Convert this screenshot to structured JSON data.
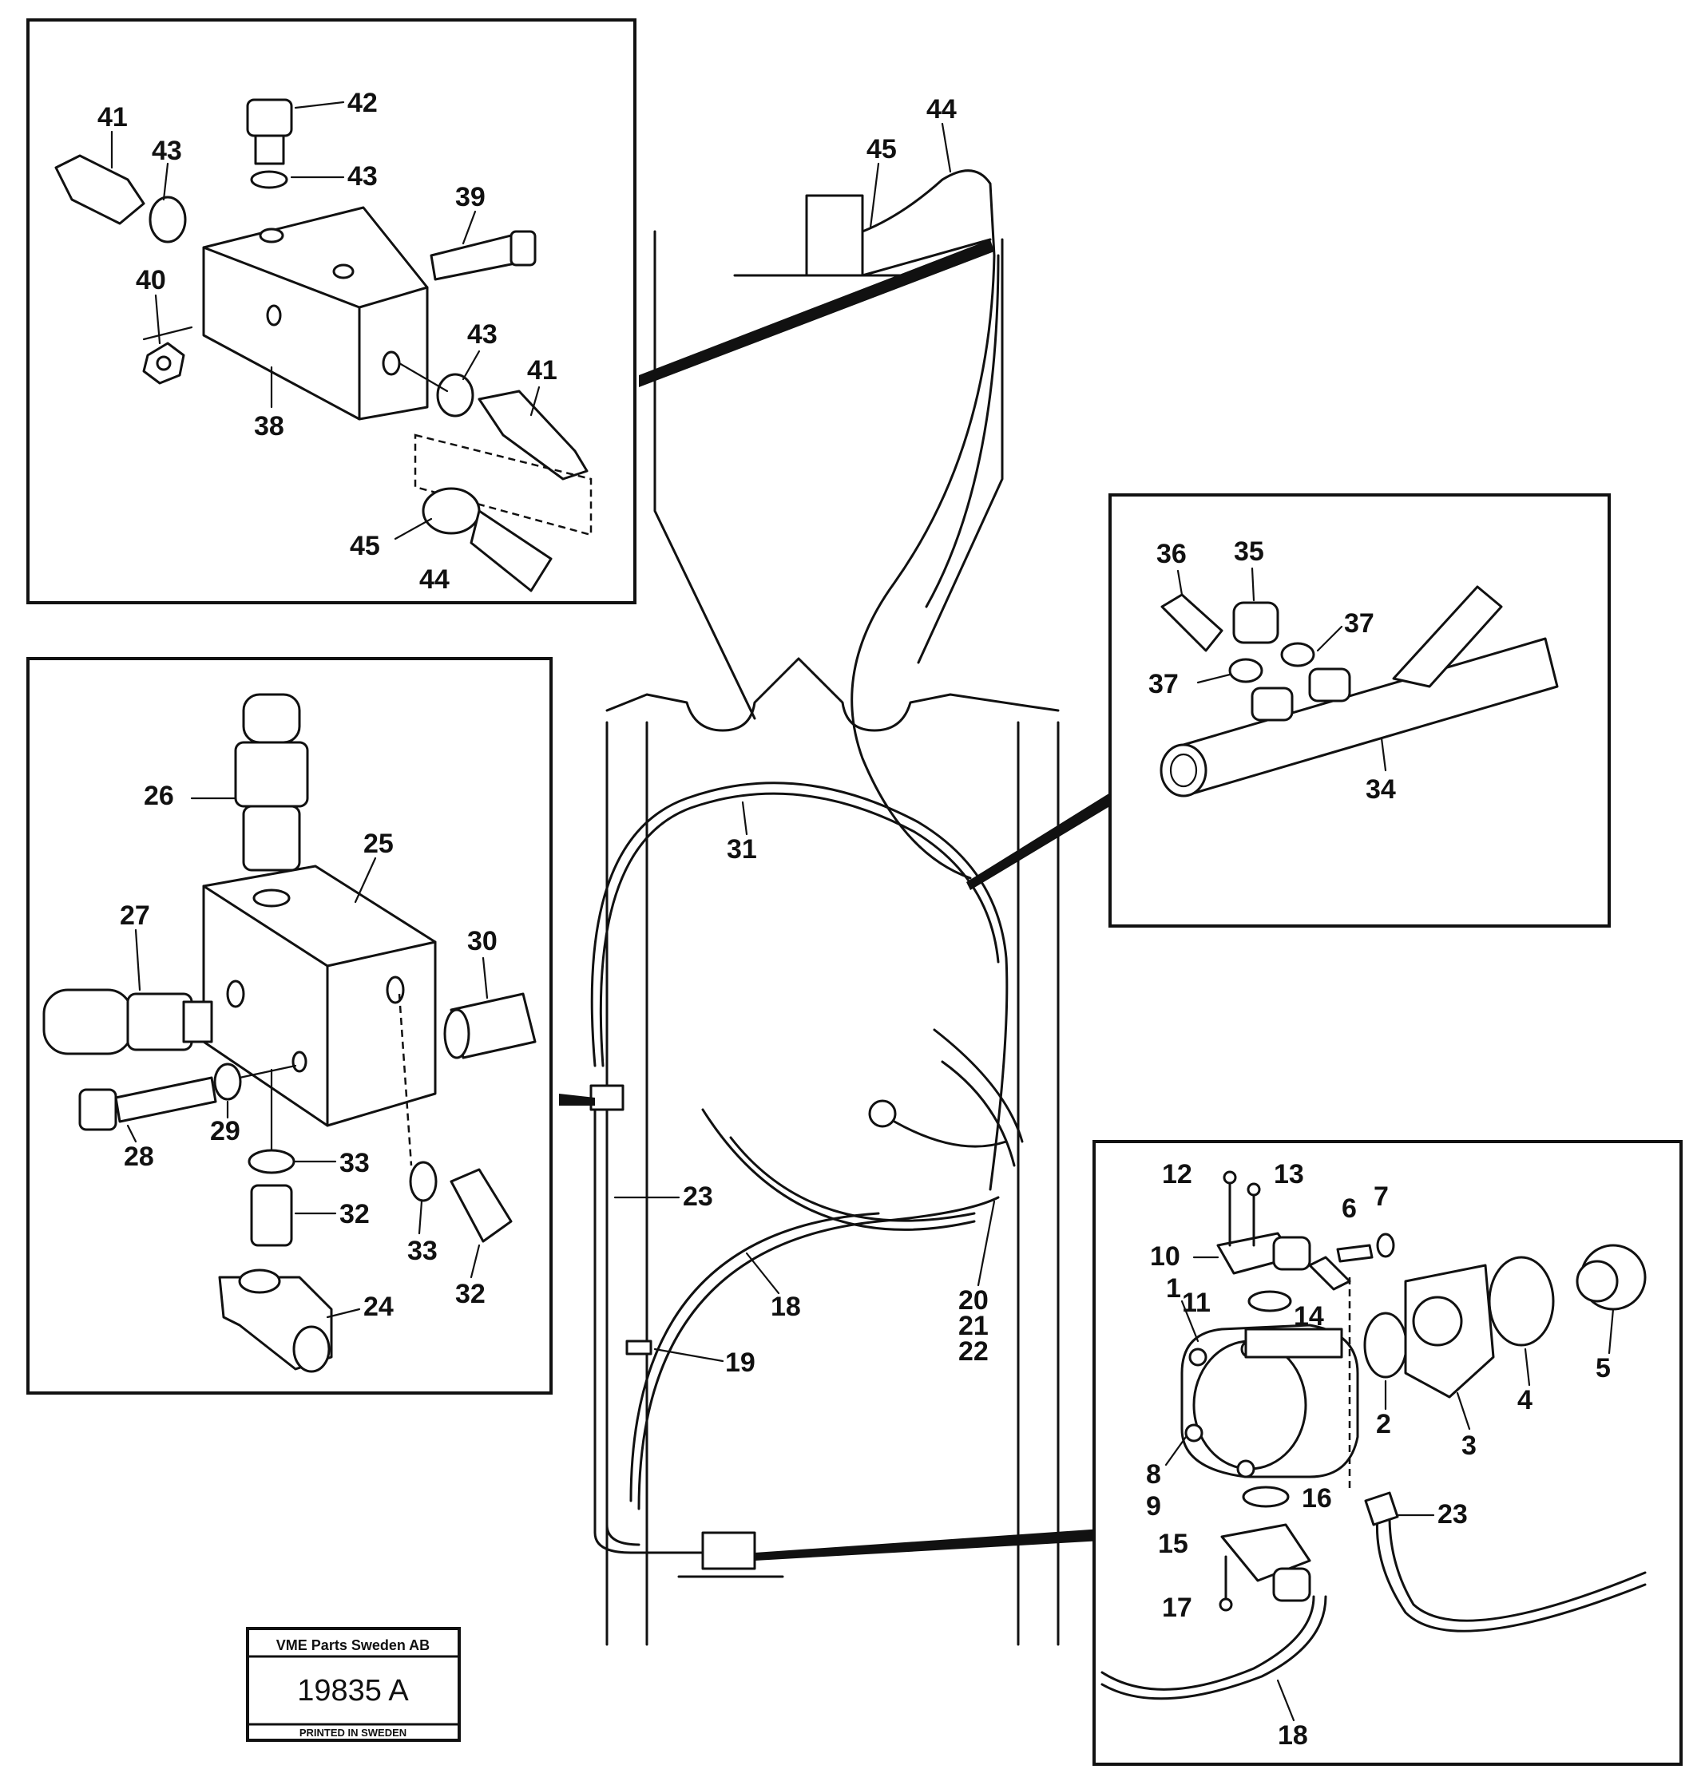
{
  "stamp": {
    "company": "VME Parts Sweden AB",
    "drawing_number": "19835 A",
    "printed": "PRINTED IN SWEDEN"
  },
  "callouts": {
    "inset_top_left": [
      "41",
      "42",
      "43",
      "43",
      "39",
      "40",
      "43",
      "41",
      "38",
      "45",
      "44"
    ],
    "inset_mid_left": [
      "26",
      "25",
      "27",
      "30",
      "28",
      "29",
      "33",
      "32",
      "33",
      "32",
      "24"
    ],
    "inset_right_upper": [
      "36",
      "35",
      "37",
      "37",
      "34"
    ],
    "inset_right_lower": [
      "12",
      "13",
      "6",
      "7",
      "10",
      "11",
      "14",
      "1",
      "5",
      "4",
      "2",
      "3",
      "8",
      "9",
      "16",
      "23",
      "15",
      "17",
      "18"
    ],
    "main_view": [
      "44",
      "45",
      "31",
      "23",
      "18",
      "19",
      "20",
      "21",
      "22"
    ]
  }
}
